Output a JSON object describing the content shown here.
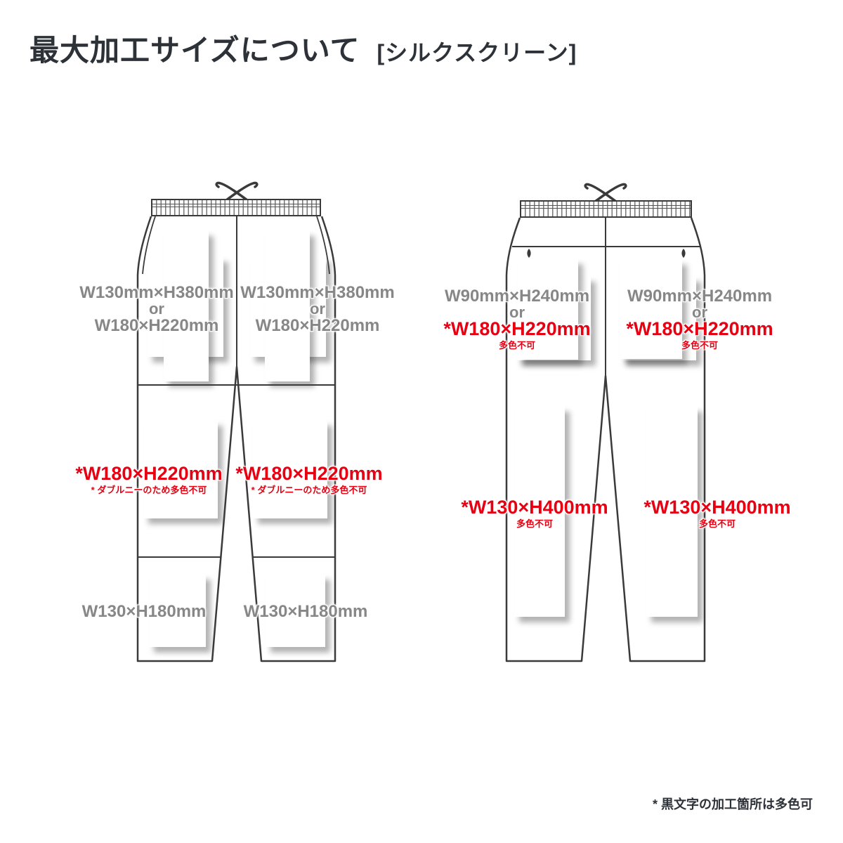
{
  "title": {
    "main": "最大加工サイズについて",
    "sub": "[シルクスクリーン]"
  },
  "front_view": {
    "thigh_label": {
      "line1": "W130mm×H380mm",
      "line2": "or",
      "line3": "W180×H220mm"
    },
    "knee_label": {
      "size": "*W180×H220mm",
      "note": "* ダブルニーのため多色不可"
    },
    "hem_label": {
      "size": "W130×H180mm"
    }
  },
  "back_view": {
    "hip_label": {
      "line1": "W90mm×H240mm",
      "line2": "or",
      "line3": "*W180×H220mm",
      "note": "多色不可"
    },
    "leg_label": {
      "size": "*W130×H400mm",
      "note": "多色不可"
    }
  },
  "footnote": "* 黒文字の加工箇所は多色可",
  "colors": {
    "gray_text": "#878787",
    "red_text": "#e60011",
    "outline": "#3a3a3a",
    "title_text": "#2d3138",
    "background": "#ffffff"
  }
}
